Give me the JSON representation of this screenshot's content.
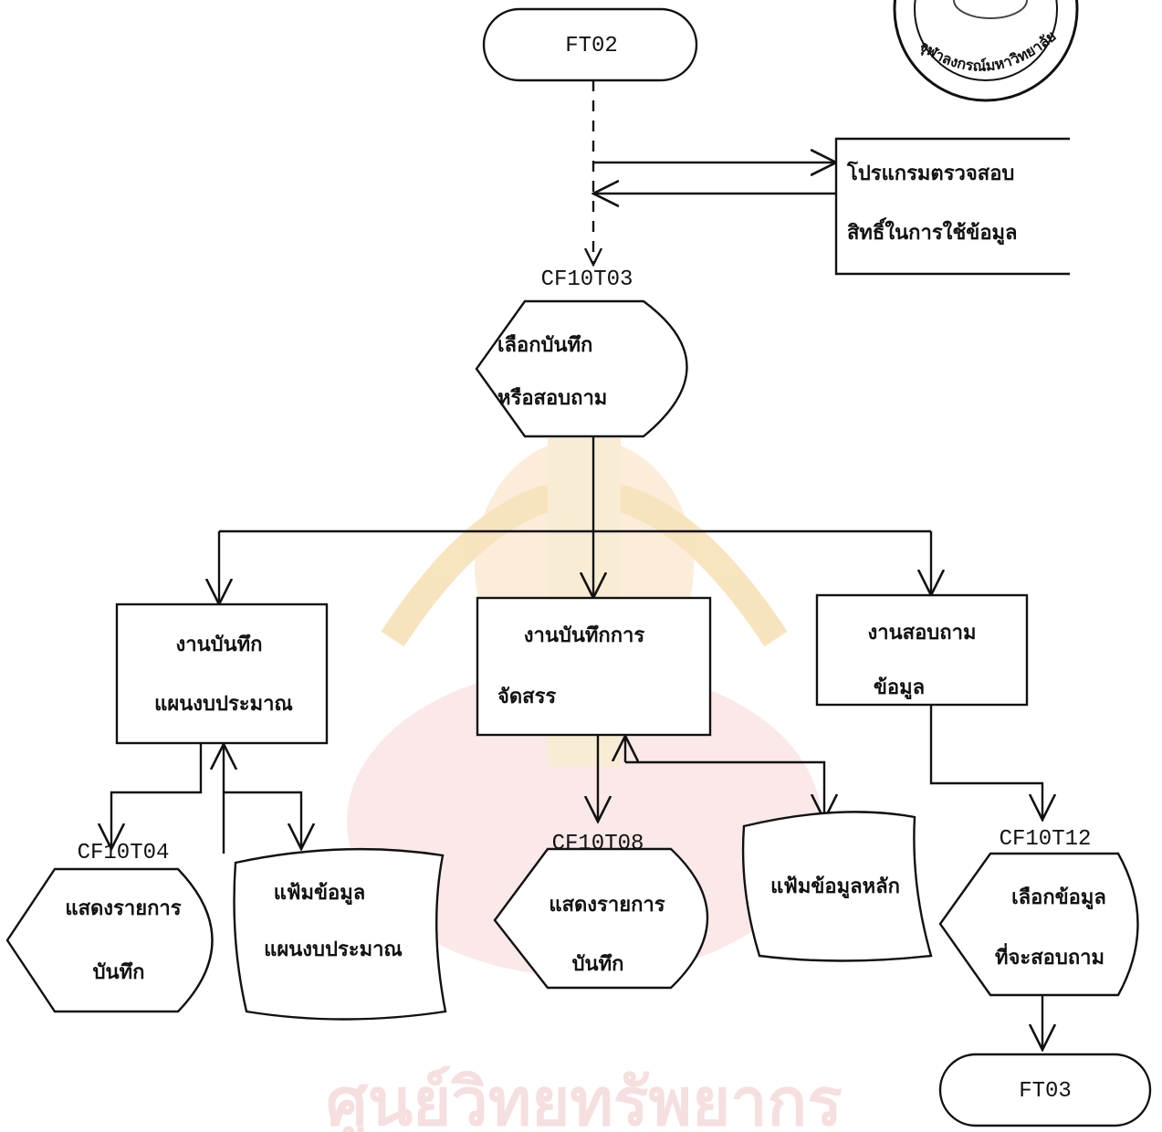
{
  "nodes": {
    "start": "FT02",
    "auth_program_line1": "โปรแกรมตรวจสอบ",
    "auth_program_line2": "สิทธิ์ในการใช้ข้อมูล",
    "select_code": "CF10T03",
    "select_line1": "เลือกบันทึก",
    "select_line2": "หรือสอบถาม",
    "budget_line1": "งานบันทึก",
    "budget_line2": "แผนงบประมาณ",
    "alloc_line1": "งานบันทึกการ",
    "alloc_line2": "จัดสรร",
    "inquiry_line1": "งานสอบถาม",
    "inquiry_line2": "ข้อมูล",
    "display1_code": "CF10T04",
    "display1_line1": "แสดงรายการ",
    "display1_line2": "บันทึก",
    "budget_file_line1": "แฟ้มข้อมูล",
    "budget_file_line2": "แผนงบประมาณ",
    "display2_code": "CF10T08",
    "display2_line1": "แสดงรายการ",
    "display2_line2": "บันทึก",
    "master_file": "แฟ้มข้อมูลหลัก",
    "query_code": "CF10T12",
    "query_line1": "เลือกข้อมูล",
    "query_line2": "ที่จะสอบถาม",
    "end": "FT03"
  },
  "watermark": {
    "text": "ศูนย์วิทยทรัพยากร",
    "seal_text": "หอสมุดกลาง สถาบันวิทยบริการ จุฬาลงกรณ์มหาวิทยาลัย"
  },
  "colors": {
    "ink": "#111111",
    "watermark_red": "#f6dcdc",
    "watermark_gold": "#f7e2b8"
  }
}
